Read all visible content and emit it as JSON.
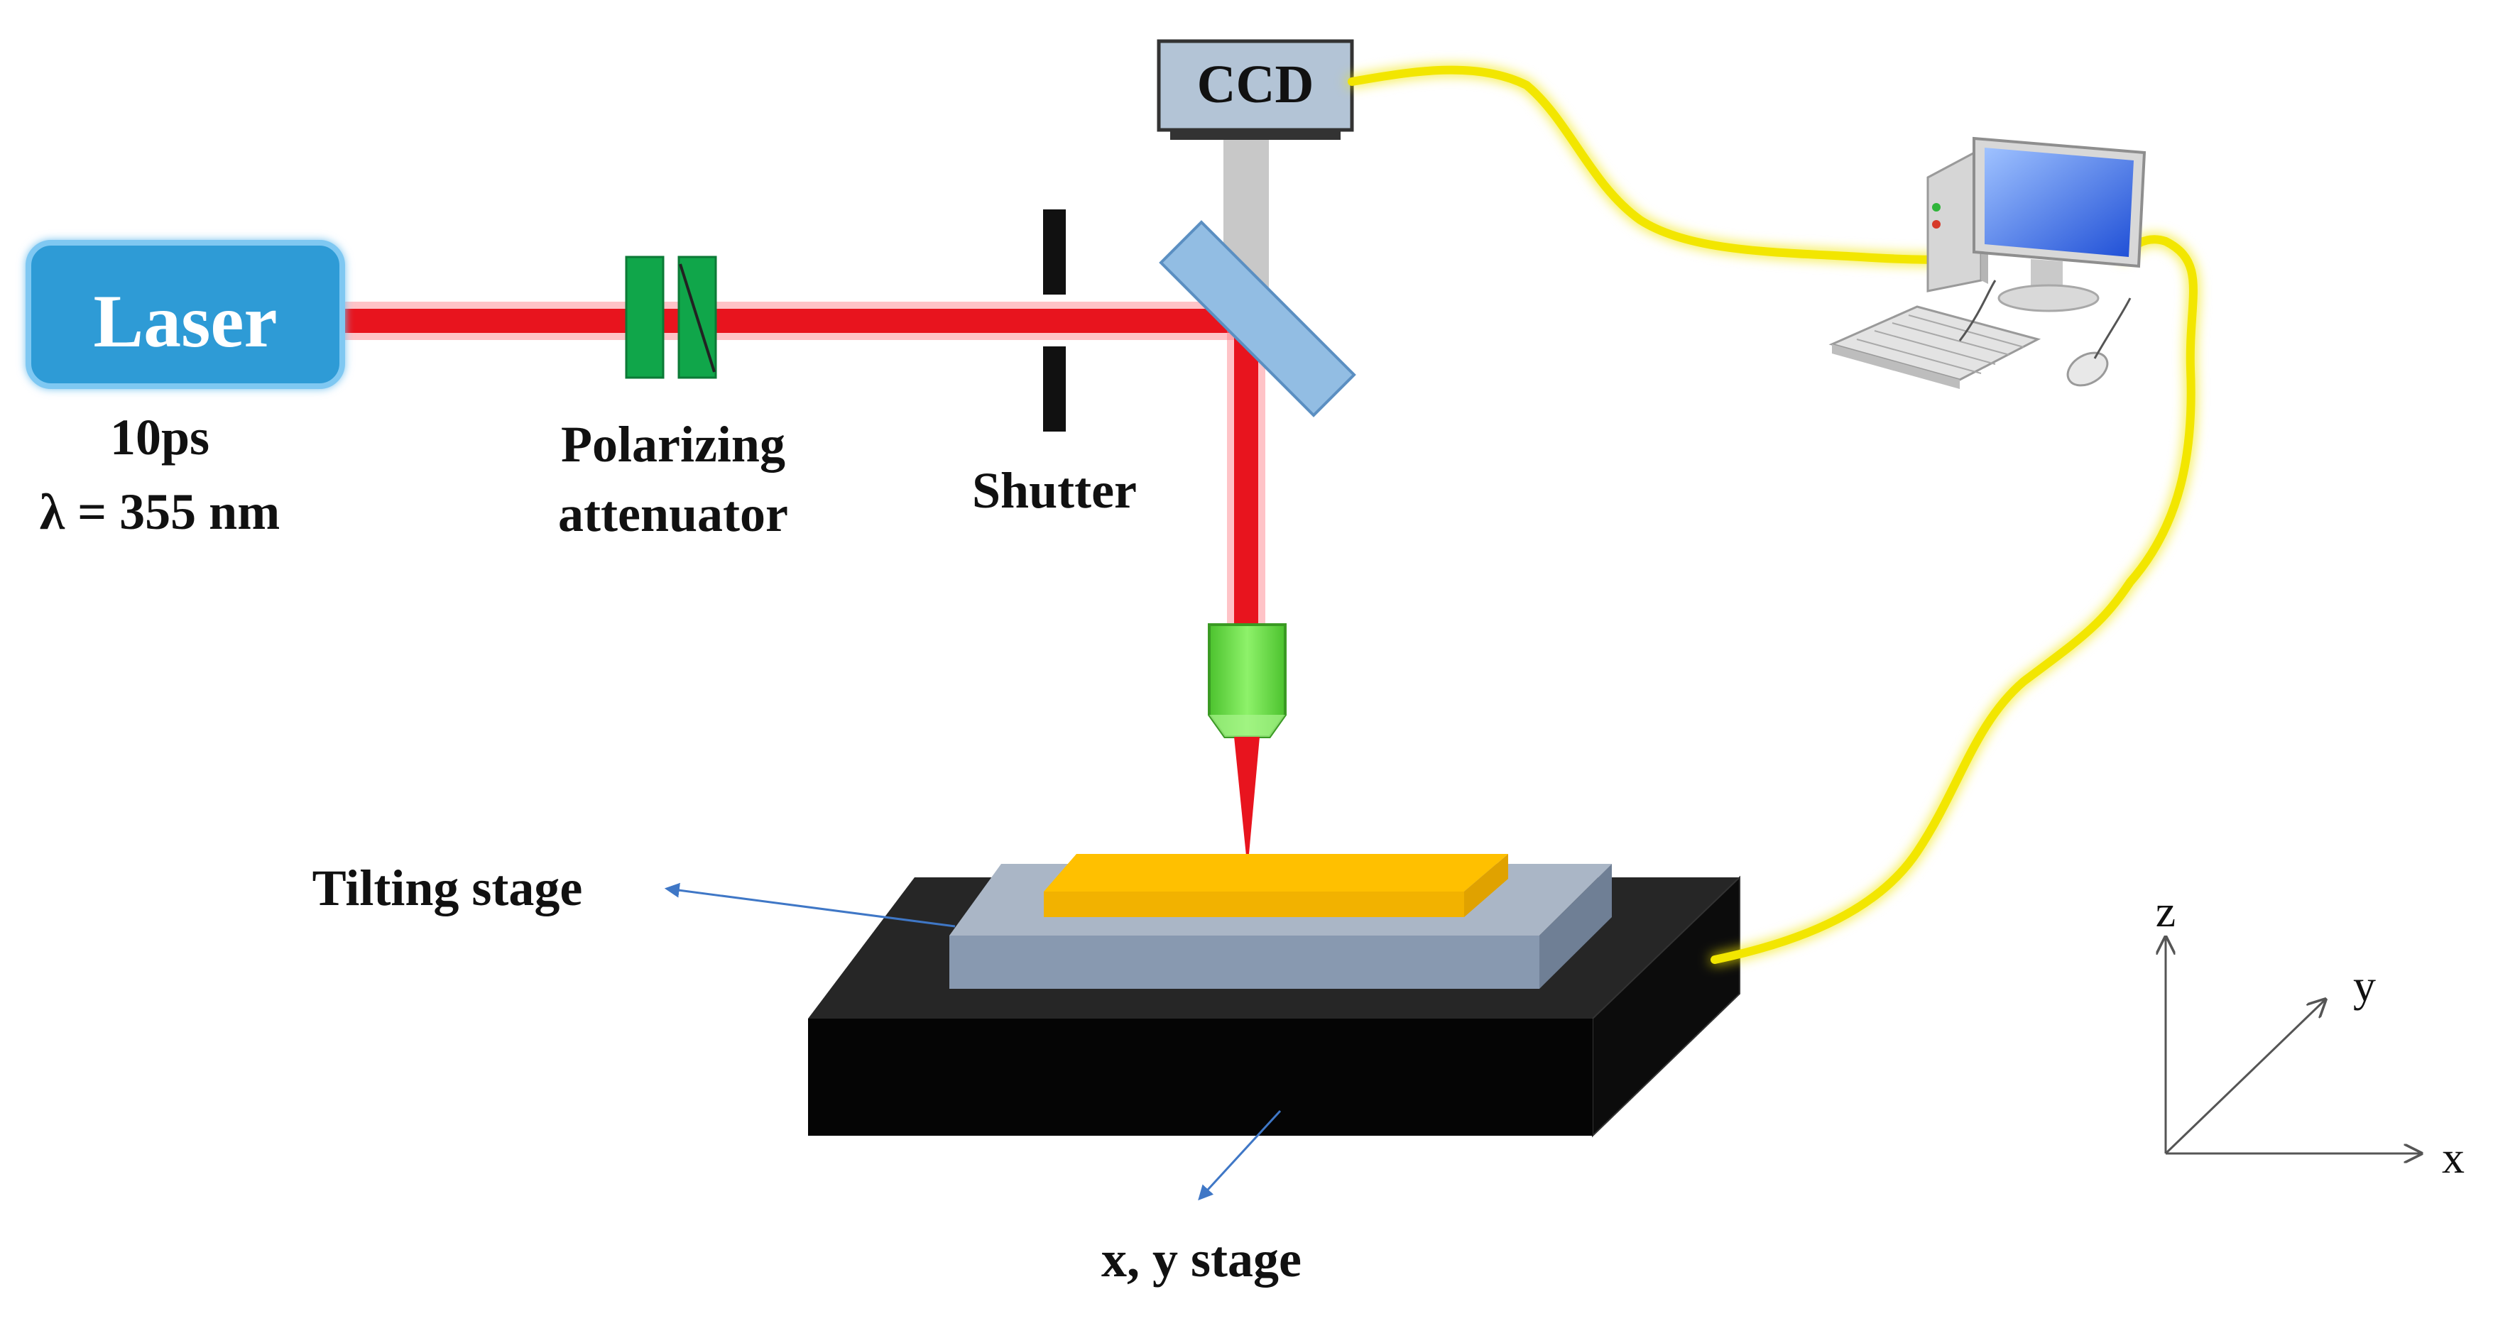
{
  "laser": {
    "label": "Laser",
    "pulse": "10ps",
    "wavelength": "λ = 355 nm"
  },
  "attenuator": {
    "label_line1": "Polarizing",
    "label_line2": "attenuator"
  },
  "shutter": {
    "label": "Shutter"
  },
  "ccd": {
    "label": "CCD"
  },
  "tilting_stage": {
    "label": "Tilting stage"
  },
  "xy_stage": {
    "label": "x, y stage"
  },
  "axes": {
    "x": "x",
    "y": "y",
    "z": "z"
  },
  "colors": {
    "laser_box": "#2e9bd6",
    "beam": "#e8141e",
    "attenuator": "#10a64a",
    "mirror": "#92bde3",
    "objective": "#6fd44a",
    "sample": "#ffc000",
    "tilt_stage": "#8b9cb3",
    "xy_stage": "#111111",
    "cable": "#f2e600"
  }
}
